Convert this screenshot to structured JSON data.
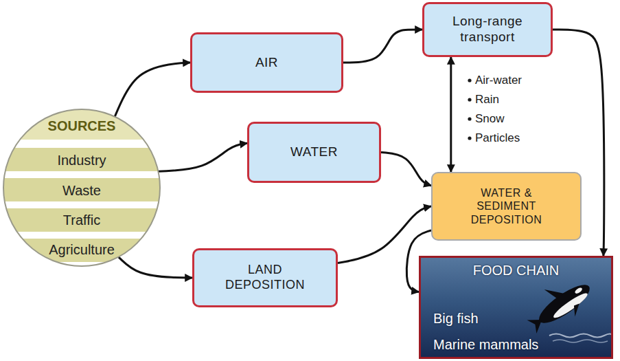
{
  "diagram": {
    "nodes": [
      {
        "text": [
          "SOURCES",
          "Industry",
          "Waste",
          "Traffic",
          "Agriculture"
        ]
      },
      {
        "text": [
          "AIR"
        ]
      },
      {
        "text": [
          "Long-range transport"
        ]
      },
      {
        "text": [
          "WATER"
        ]
      },
      {
        "text": [
          "WATER & SEDIMENT DEPOSITION"
        ]
      },
      {
        "text": [
          "LAND DEPOSITION"
        ]
      },
      {
        "text": [
          "FOOD CHAIN",
          "Big fish",
          "Marine mammals"
        ]
      }
    ],
    "edges": [
      {
        "from": 0,
        "to": 1,
        "arrow": "to"
      },
      {
        "from": 0,
        "to": 3,
        "arrow": "to"
      },
      {
        "from": 0,
        "to": 5,
        "arrow": "to"
      },
      {
        "from": 1,
        "to": 2,
        "arrow": "to"
      },
      {
        "from": 2,
        "to": 6,
        "arrow": "to"
      },
      {
        "from": 2,
        "to": 4,
        "arrow": "both"
      },
      {
        "from": 3,
        "to": 4,
        "arrow": "to"
      },
      {
        "from": 5,
        "to": 4,
        "arrow": "to"
      },
      {
        "from": 4,
        "to": 6,
        "arrow": "to"
      }
    ],
    "labels": [
      "Air-water",
      "Rain",
      "Snow",
      "Particles"
    ]
  }
}
